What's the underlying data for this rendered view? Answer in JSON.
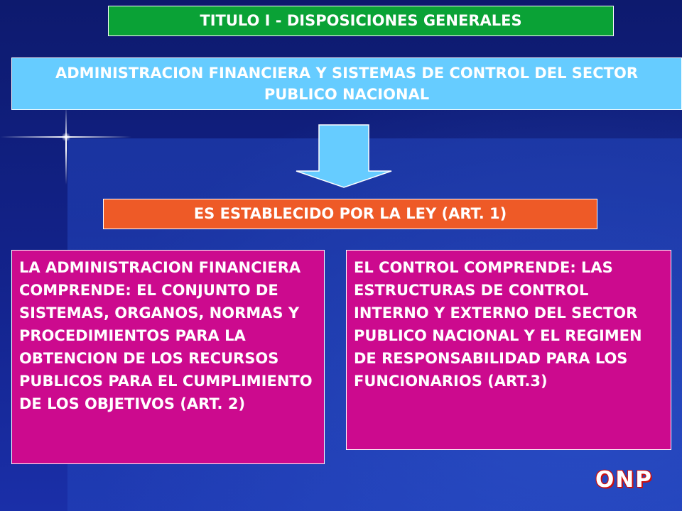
{
  "title": "TITULO I - DISPOSICIONES GENERALES",
  "subtitle": "ADMINISTRACION FINANCIERA Y SISTEMAS DE CONTROL DEL SECTOR PUBLICO NACIONAL",
  "established": "ES ESTABLECIDO POR LA LEY (ART. 1)",
  "left_box": "LA ADMINISTRACION FINANCIERA COMPRENDE: EL CONJUNTO DE SISTEMAS, ORGANOS, NORMAS Y PROCEDIMIENTOS PARA LA OBTENCION DE LOS RECURSOS PUBLICOS PARA EL CUMPLIMIENTO DE LOS OBJETIVOS (ART. 2)",
  "right_box": "EL CONTROL COMPRENDE: LAS ESTRUCTURAS DE CONTROL INTERNO Y EXTERNO DEL SECTOR PUBLICO NACIONAL Y EL REGIMEN DE RESPONSABILIDAD PARA LOS FUNCIONARIOS (ART.3)",
  "logo_text": "ONP",
  "colors": {
    "title_bg": "#0aa236",
    "subtitle_bg": "#66ccff",
    "law_bg": "#ee5a27",
    "content_bg": "#cc0a8e",
    "background": "#13238c",
    "logo_outline": "#cc1010"
  }
}
